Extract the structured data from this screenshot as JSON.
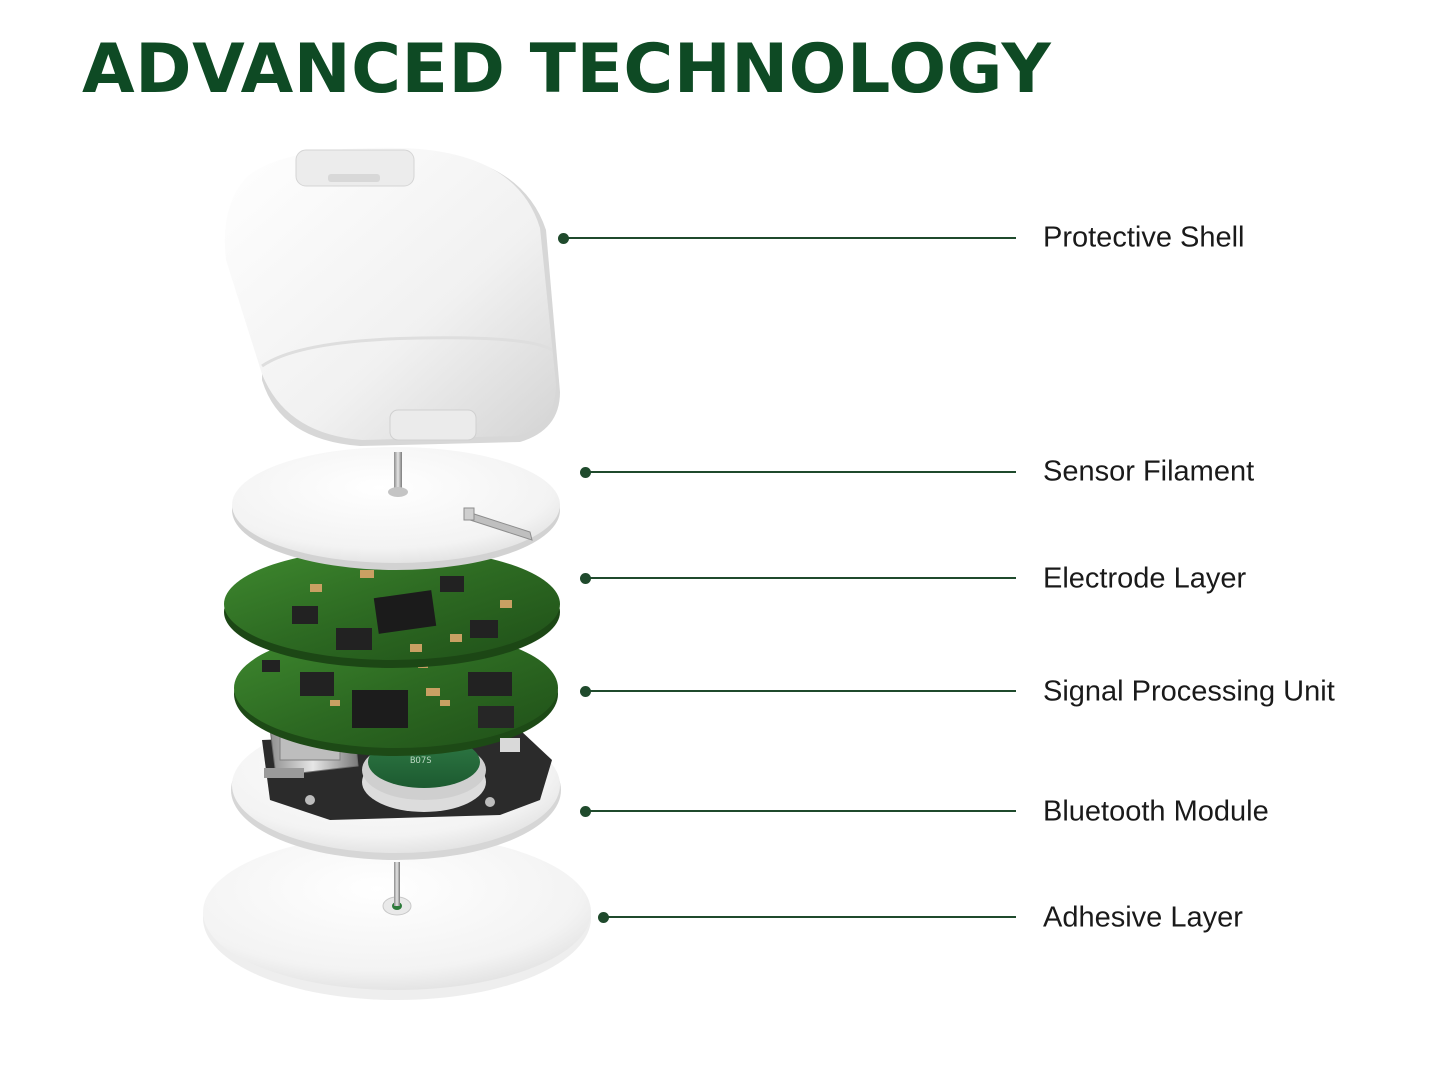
{
  "title": "ADVANCED TECHNOLOGY",
  "colors": {
    "title": "#0e4a24",
    "callout": "#1f4a2c",
    "pcb": "#2f6b26",
    "shell": "#f2f2f2"
  },
  "components": [
    {
      "id": "protective-shell",
      "label": "Protective Shell"
    },
    {
      "id": "sensor-filament",
      "label": "Sensor Filament"
    },
    {
      "id": "electrode-layer",
      "label": "Electrode Layer"
    },
    {
      "id": "signal-processing-unit",
      "label": "Signal Processing Unit"
    },
    {
      "id": "bluetooth-module",
      "label": "Bluetooth Module"
    },
    {
      "id": "adhesive-layer",
      "label": "Adhesive Layer"
    }
  ]
}
